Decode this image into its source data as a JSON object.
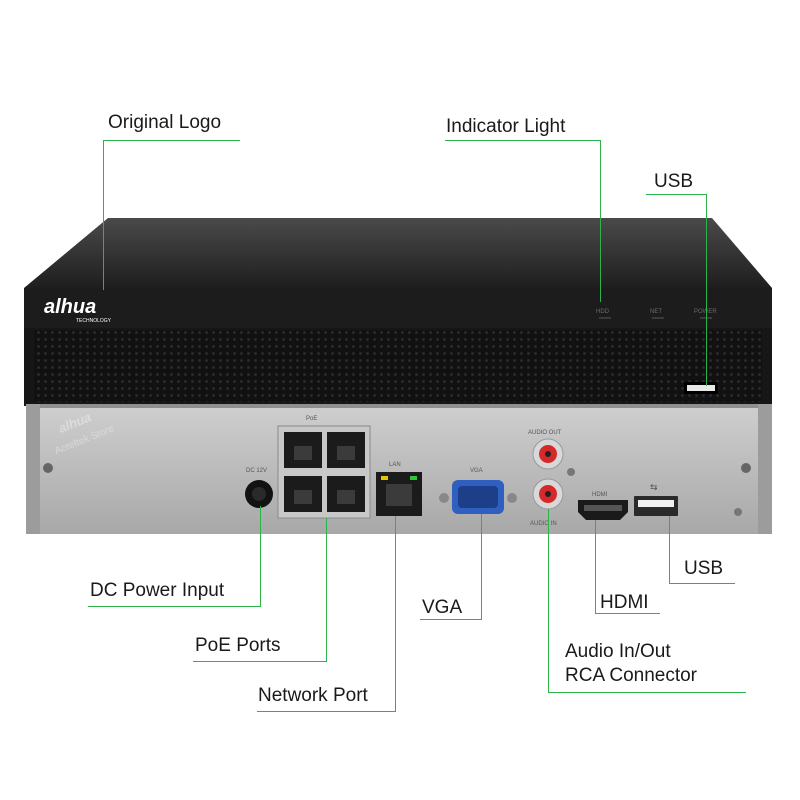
{
  "device": {
    "brand_logo": "alhua",
    "brand_sub": "TECHNOLOGY",
    "watermark": "Aoteltek Store",
    "front_indicators": [
      "HDD",
      "NET",
      "POWER"
    ],
    "back_labels": {
      "dc": "DC 12V",
      "poe": "PoE",
      "network": "LAN",
      "vga": "VGA",
      "audio_out": "AUDIO OUT",
      "audio_in": "AUDIO IN",
      "hdmi": "HDMI"
    }
  },
  "callouts": {
    "original_logo": "Original Logo",
    "indicator_light": "Indicator Light",
    "usb_front": "USB",
    "usb_back": "USB",
    "dc_power_input": "DC Power Input",
    "poe_ports": "PoE Ports",
    "network_port": "Network Port",
    "vga": "VGA",
    "hdmi": "HDMI",
    "audio_line1": "Audio In/Out",
    "audio_line2": "RCA Connector"
  },
  "colors": {
    "callout_line": "#2db34a",
    "chassis_top": "#2b2b2b",
    "front_panel": "#151515",
    "back_panel": "#b9b9b9",
    "vga_port": "#2f5fbf",
    "rca_red": "#d62a2a"
  }
}
